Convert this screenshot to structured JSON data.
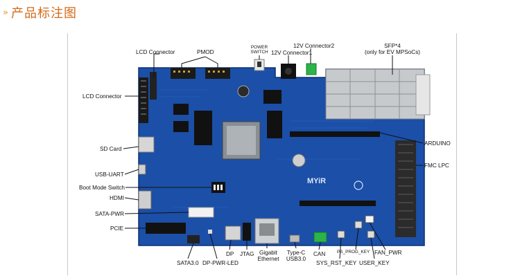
{
  "heading": {
    "title": "产品标注图"
  },
  "colors": {
    "accent": "#d46a17",
    "board": "#1b4fa8",
    "leader": "#111111"
  },
  "labels": {
    "lcd_top": "LCD Connector",
    "pmod": "PMOD",
    "power_l1": "POWER",
    "power_l2": "SWITCH",
    "v12_1": "12V Connector1",
    "v12_2": "12V Connector2",
    "sfp_l1": "SFP*4",
    "sfp_l2": "(only for EV MPSoCs)",
    "lcd_left": "LCD Connector",
    "sd": "SD Card",
    "usb_uart": "USB-UART",
    "boot": "Boot Mode Switch",
    "hdmi": "HDMI",
    "sata_pwr": "SATA-PWR",
    "pcie": "PCIE",
    "arduino": "ARDUINO",
    "fmc": "FMC LPC",
    "sata30": "SATA3.0",
    "dp_led": "DP-PWR-LED",
    "dp": "DP",
    "jtag": "JTAG",
    "eth_l1": "Gigabit",
    "eth_l2": "Ethernet",
    "typec_l1": "Type-C",
    "typec_l2": "USB3.0",
    "can": "CAN",
    "ps_prog": "PS_PROG_KEY",
    "fan": "FAN_PWR",
    "sys_rst": "SYS_RST_KEY",
    "user_key": "USER_KEY",
    "board_logo": "MYiR"
  }
}
